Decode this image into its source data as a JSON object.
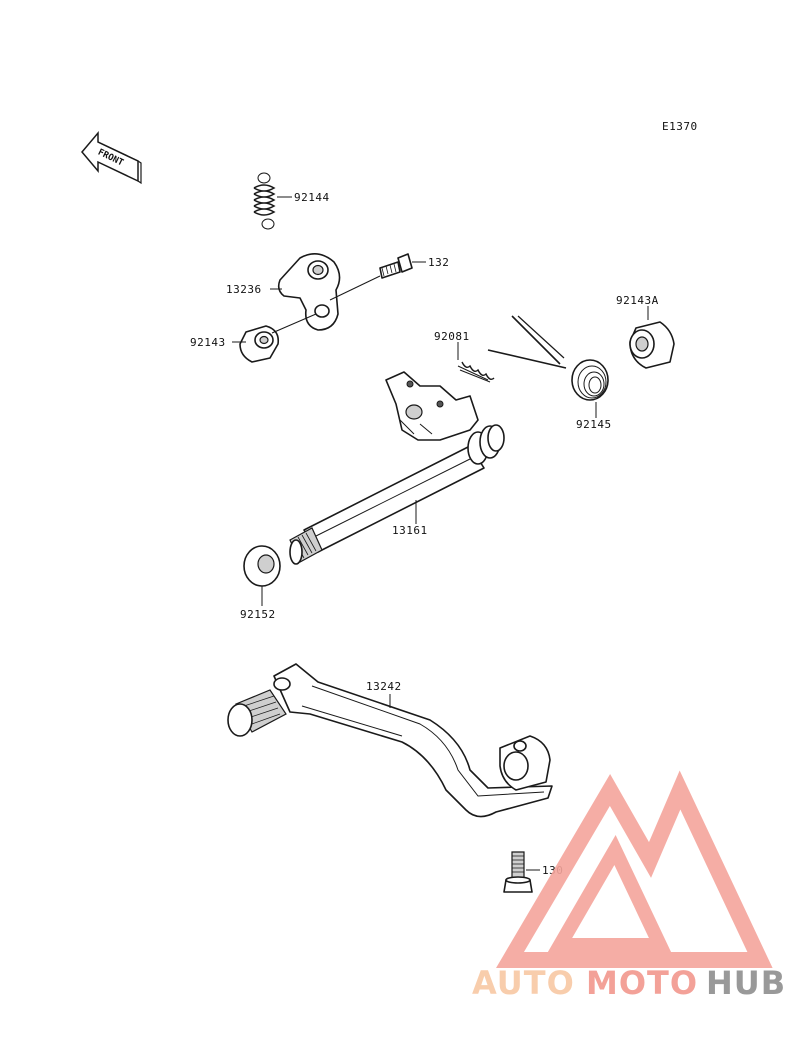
{
  "diagram_code": "E1370",
  "front_label": "FRONT",
  "parts": {
    "spring_92144": "92144",
    "bolt_132": "132",
    "bracket_13236": "13236",
    "collar_92143": "92143",
    "collar_92143A": "92143A",
    "spring_92081": "92081",
    "spring_92145": "92145",
    "shaft_13161": "13161",
    "washer_92152": "92152",
    "pedal_13242": "13242",
    "bolt_130": "130"
  },
  "watermark": {
    "part1": "AUTO",
    "part2": "MOTO",
    "part3": "HUB",
    "color_light": "#f5b3ac",
    "color_mid": "#f08a80",
    "color_dark": "#8a8a8a"
  }
}
